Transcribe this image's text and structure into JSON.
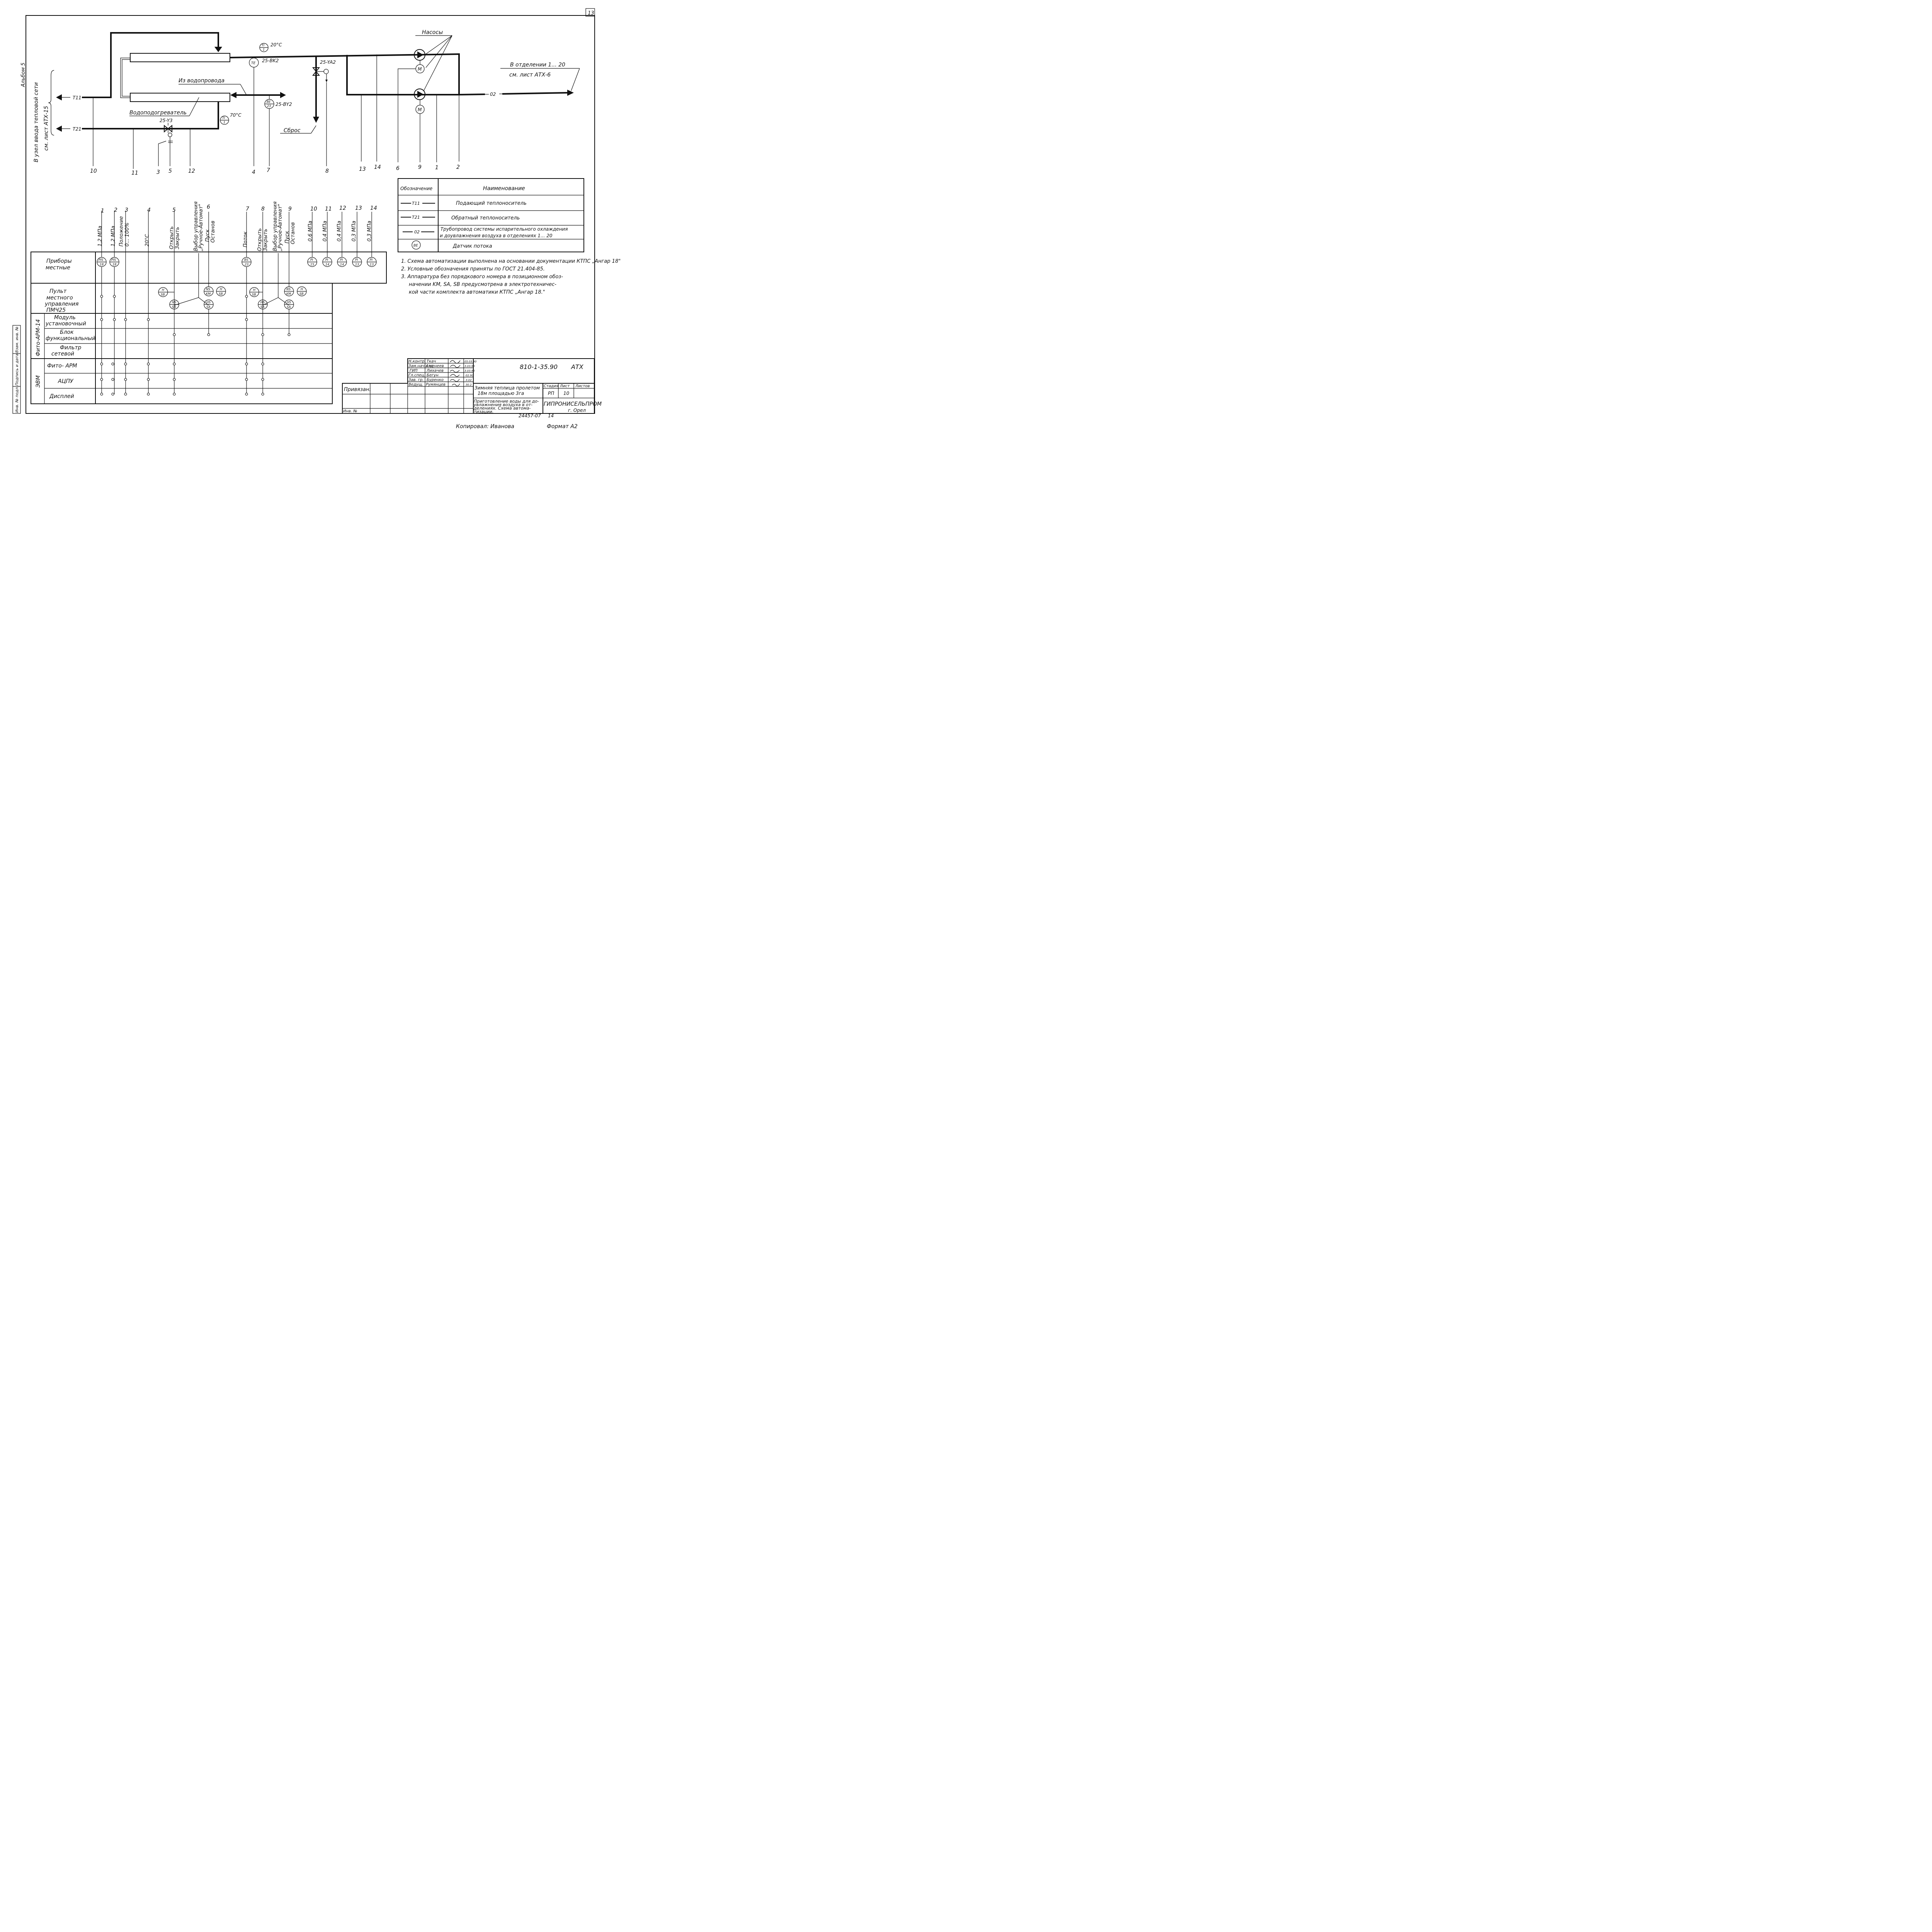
{
  "sheet": {
    "page_number": "13",
    "album_label": "Альбом 5",
    "copied_by": "Копировал: Иванова",
    "format": "Формат А2"
  },
  "process": {
    "side_note": [
      "В узел ввода тепловой сети",
      "см. лист АТХ-15"
    ],
    "pipe_t11": "Т11",
    "pipe_t21": "Т21",
    "pipe_02": "02",
    "from_water_supply": "Из водопровода",
    "heater_label": "Водоподогреватель",
    "pumps_label": "Насосы",
    "to_sections": [
      "В отделении 1... 20",
      "см. лист АТХ-6"
    ],
    "discharge_label": "Сброс",
    "valve_y3": "25-Y3",
    "valve_ya2": "25-YA2",
    "tag_bk2": "25-BK2",
    "tag_by2": "25-BY2",
    "temp_out": "20°C",
    "temp_return": "70°C",
    "motor": "M",
    "ti_out": [
      "TI",
      "1"
    ],
    "ti_return": [
      "TI",
      "1"
    ],
    "te": "TE",
    "be": [
      "BE",
      "23"
    ],
    "lines": [
      "10",
      "11",
      "3",
      "5",
      "12",
      "4",
      "7",
      "8",
      "13",
      "14",
      "6",
      "9",
      "1",
      "2"
    ]
  },
  "legend": {
    "header_code": "Обозначение",
    "header_name": "Наименование",
    "rows": [
      {
        "code": "Т11",
        "name": "Подающий теплоноситель"
      },
      {
        "code": "Т21",
        "name": "Обратный теплоноситель"
      },
      {
        "code": "02",
        "name": [
          "Трубопровод системы испарительного охлаждения",
          "и доувлажнения воздуха в отделениях 1... 20"
        ]
      },
      {
        "code": "BE",
        "name": "Датчик потока"
      }
    ]
  },
  "notes": [
    "1. Схема автоматизации выполнена на основании документации КТПС „Ангар 18\"",
    "2. Условные обозначения приняты по ГОСТ 21.404-85.",
    "3. Аппаратура без порядкового номера в позиционном обоз-",
    "начении KM, SA, SB предусмотрена в электротехничес-",
    "кой части комплекта автоматики КТПС „Ангар 18.\""
  ],
  "columns": [
    {
      "num": "1",
      "labels": [
        "1,2 МПа"
      ]
    },
    {
      "num": "2",
      "labels": [
        "1,2 МПа"
      ]
    },
    {
      "num": "3",
      "labels": [
        "Положение",
        "0... 100%"
      ]
    },
    {
      "num": "4",
      "labels": [
        "20°C"
      ]
    },
    {
      "num": "5",
      "labels": [
        "Открыть",
        "Закрыть"
      ]
    },
    {
      "num": "6",
      "labels": [
        "Выбор управления",
        "„Ручное-Автомат\"",
        "Пуск",
        "Останов"
      ]
    },
    {
      "num": "7",
      "labels": [
        "Поток"
      ]
    },
    {
      "num": "8",
      "labels": [
        "Открыть",
        "Закрыть"
      ]
    },
    {
      "num": "9",
      "labels": [
        "Выбор управления",
        "„Ручное-Автомат\"",
        "Пуск",
        "Останов"
      ]
    },
    {
      "num": "10",
      "labels": [
        "0,6 МПа"
      ]
    },
    {
      "num": "11",
      "labels": [
        "0,4 МПа"
      ]
    },
    {
      "num": "12",
      "labels": [
        "0,4 МПа"
      ]
    },
    {
      "num": "13",
      "labels": [
        "0,3 МПа"
      ]
    },
    {
      "num": "14",
      "labels": [
        "0,3 МПа"
      ]
    }
  ],
  "rows": {
    "local_instruments": [
      "Приборы",
      "местные"
    ],
    "local_panel": [
      "Пульт",
      "местного",
      "управления",
      "ПМЧ25"
    ],
    "group_fito": "Фито-АРМ-14",
    "module": [
      "Модуль",
      "установочный"
    ],
    "block": [
      "Блок",
      "функциональный"
    ],
    "filter": [
      "Фильтр",
      "сетевой"
    ],
    "group_evm": "ЭВМ",
    "fito_arm": "Фито- АРМ",
    "adc": "АЦПУ",
    "display": "Дисплей"
  },
  "devices": [
    {
      "tag": "PIS",
      "num": "18"
    },
    {
      "tag": "PIS",
      "num": "18"
    },
    {
      "tag": "BS",
      "num": "23"
    },
    {
      "tag": "PI",
      "num": "15"
    },
    {
      "tag": "PI",
      "num": "14"
    },
    {
      "tag": "PI",
      "num": "14"
    },
    {
      "tag": "PI",
      "num": "13"
    },
    {
      "tag": "PI",
      "num": "13"
    }
  ],
  "panel_devices": {
    "h": "H",
    "sb": "SB",
    "hs": "HS",
    "sa": "SA",
    "ns": "NS",
    "km": "KM"
  },
  "title_block": {
    "designation": "810-1-35.90",
    "code": "АТХ",
    "roles": [
      "Н.контр.",
      "Зам.нач.отд.",
      "ГИП",
      "Гл.спец.",
      "Зав. гр.",
      "Ведущ."
    ],
    "names": [
      "Ткач",
      "Аженеев",
      "Лихачев",
      "Бегун",
      "Буренко",
      "Румянцев"
    ],
    "dates": [
      "05.03.90",
      "3.03.90",
      "3.03.90",
      "02.90",
      "3.02",
      "30.2"
    ],
    "project_title": [
      "Зимняя теплица пролетом",
      "18м площадью 3га"
    ],
    "sheet_title": [
      "Приготовление воды для до-",
      "увлажнения воздуха в от-",
      "делениях. Схема автома-",
      "тизации."
    ],
    "stage_header": "Стадия",
    "sheet_header": "Лист",
    "sheets_header": "Листов",
    "stage": "РП",
    "sheet": "10",
    "org": "ГИПРОНИСЕЛЬПРОМ",
    "city": "г. Орел",
    "binding": "Привязан:",
    "inv_no": "Инв. №",
    "archive": "24457-07",
    "archive_sheet": "14"
  },
  "stamps": [
    "Инв. № подл.",
    "Подпись и дата",
    "Взам. инв. №"
  ]
}
